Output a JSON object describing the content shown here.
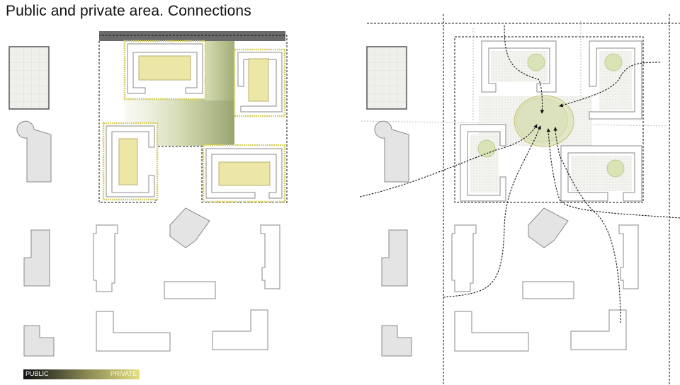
{
  "title": "Public and private area. Connections",
  "legend": {
    "public_label": "PUBLIC",
    "private_label": "PRIVATE"
  },
  "colors": {
    "private": "#ece7a6",
    "private_outline": "#d8cf6a",
    "building": "#e4e4e4",
    "outline": "#8a8a8a",
    "green": "#d8e3b6"
  }
}
